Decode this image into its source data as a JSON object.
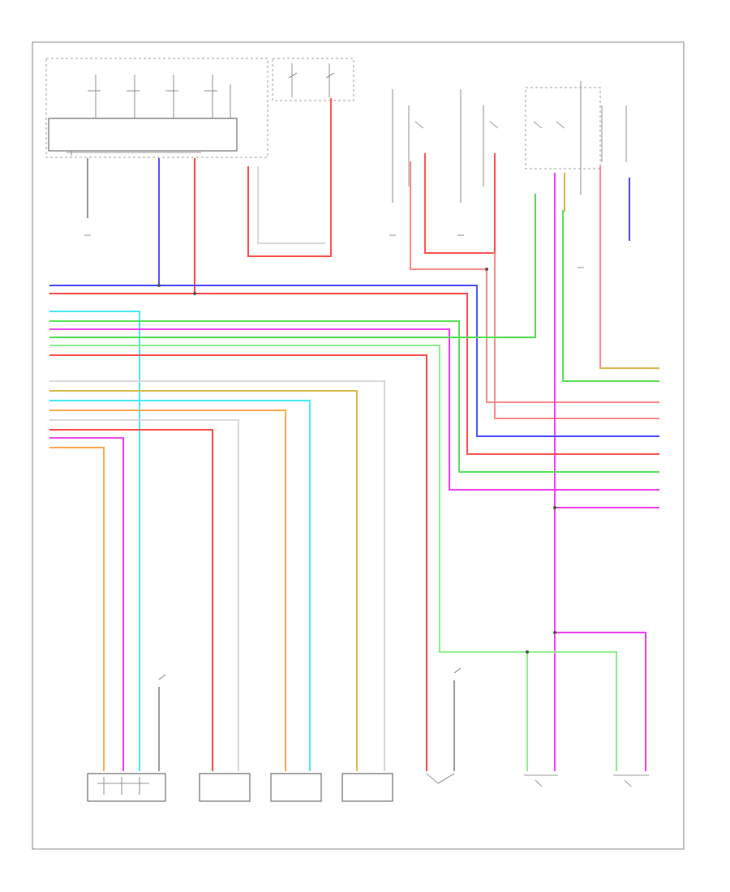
{
  "diagram": {
    "title": "",
    "page_ref": "",
    "components": [
      {
        "id": "left-front-door-lock-actuator",
        "label": ""
      },
      {
        "id": "passenger-door-lock-actuator",
        "label": ""
      },
      {
        "id": "right-front-door-lock-actuator",
        "label": ""
      },
      {
        "id": "liftgate-lock-actuator",
        "label": ""
      },
      {
        "id": "liftgate-switch",
        "label": ""
      },
      {
        "id": "left-rear-door-lock-actuator",
        "label": ""
      },
      {
        "id": "right-rear-door-lock-actuator",
        "label": ""
      }
    ],
    "palette": {
      "red": "#ff4d4d",
      "pink": "#ff8a8a",
      "blue": "#4d4dff",
      "green": "#52e052",
      "light_green": "#8ef08e",
      "magenta": "#ee44ee",
      "cyan": "#4de8f5",
      "orange": "#ffaa55",
      "tan": "#d9b84a",
      "gray": "#9a9a9a",
      "dark": "#555555"
    }
  }
}
